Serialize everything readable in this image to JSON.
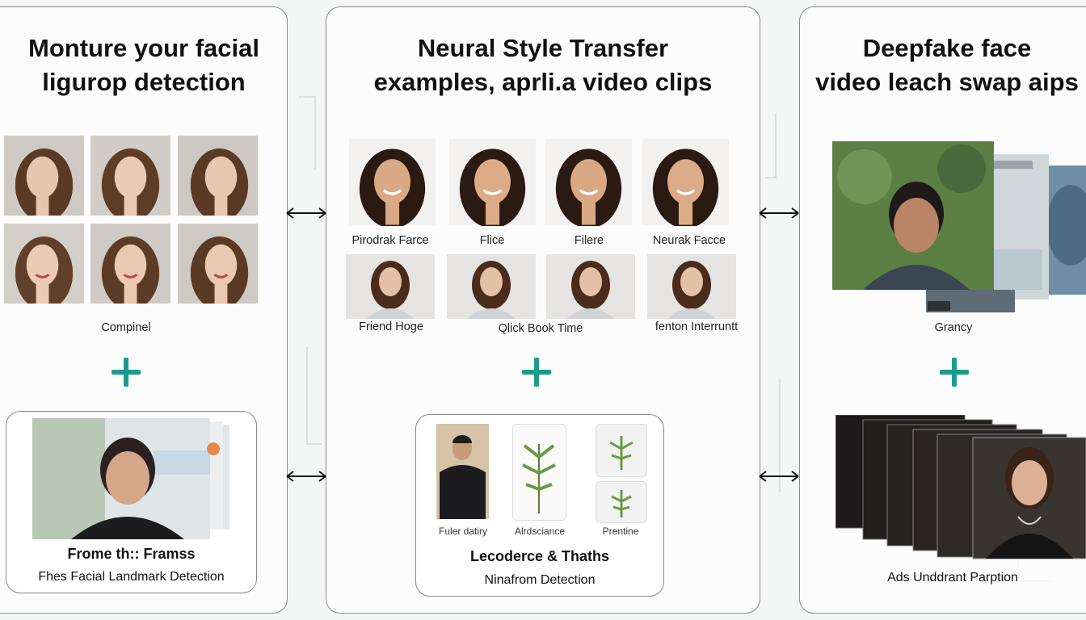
{
  "panels": [
    {
      "title_line1": "Monture your facial",
      "title_line2": "ligurop detection",
      "caption": "Compinel",
      "card_title": "Frome th:: Framss",
      "card_subtitle": "Fhes Facial Landmark Detection"
    },
    {
      "title_line1": "Neural Style Transfer",
      "title_line2": "examples, aprli.a video clips",
      "row1_labels": [
        "Pirodrak Farce",
        "Flice",
        "Filere",
        "Neurak Facce"
      ],
      "row2_labels": [
        "Friend Hoge",
        "Qlick Book Time",
        "fenton Interruntt"
      ],
      "card_item_labels": [
        "Fuler datiry",
        "Alrdsciance",
        "Prentine"
      ],
      "card_title": "Lecoderce & Thaths",
      "card_subtitle": "Ninafrom Detection"
    },
    {
      "title_line1": "Deepfake face",
      "title_line2": "video leach swap aips",
      "caption": "Grancy",
      "card_subtitle": "Ads Unddrant Parption"
    }
  ],
  "colors": {
    "accent": "#1a9b8c",
    "border": "#8a8a8a"
  },
  "icons": [
    "plus-icon",
    "double-arrow-icon"
  ]
}
